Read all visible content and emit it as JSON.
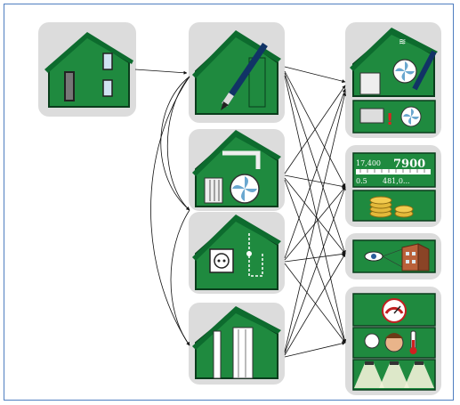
{
  "colors": {
    "house_green": "#1f8a3f",
    "dark_green": "#0d6b2e",
    "card_gray": "#dcdcdc",
    "frame_blue": "#4f7ec0",
    "arrow_black": "#111111"
  },
  "icons": [
    "house-icon",
    "design-pen-house-icon",
    "building-services-house-icon",
    "electrical-house-icon",
    "construction-house-icon",
    "services-ventilation-icon",
    "warning-fan-icon",
    "measurement-ruler-icon",
    "coins-cost-icon",
    "eye-view-building-icon",
    "gauge-icon",
    "comfort-temperature-icon",
    "lighting-icon"
  ],
  "numbers": {
    "ruler_top_left": "17,400",
    "ruler_top_right": "7900",
    "ruler_bottom_left": "0.5",
    "ruler_bottom_right": "481,0..."
  }
}
